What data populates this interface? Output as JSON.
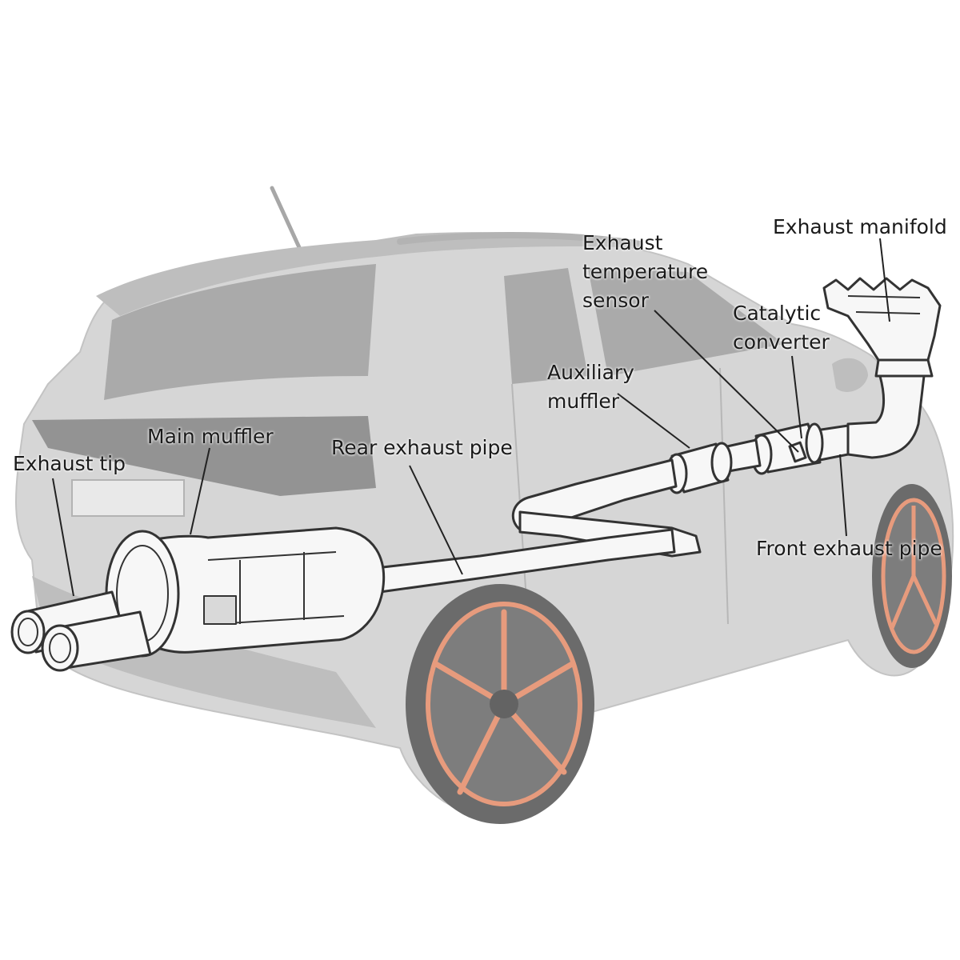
{
  "labels": {
    "exhaust_manifold": "Exhaust manifold",
    "exhaust_temperature_sensor": [
      "Exhaust",
      "temperature",
      "sensor"
    ],
    "catalytic_converter": [
      "Catalytic",
      "converter"
    ],
    "auxiliary_muffler": [
      "Auxiliary",
      "muffler"
    ],
    "main_muffler": "Main muffler",
    "rear_exhaust_pipe": "Rear exhaust pipe",
    "exhaust_tip": "Exhaust tip",
    "front_exhaust_pipe": "Front exhaust pipe"
  },
  "colors": {
    "car_body": "#c9c9c9",
    "car_body_dark": "#a9a9a9",
    "glass": "#8e8e8e",
    "wheel_accent": "#e07a52",
    "exhaust_line": "#333333",
    "exhaust_fill": "#f7f7f7",
    "leader_line": "#222222"
  }
}
